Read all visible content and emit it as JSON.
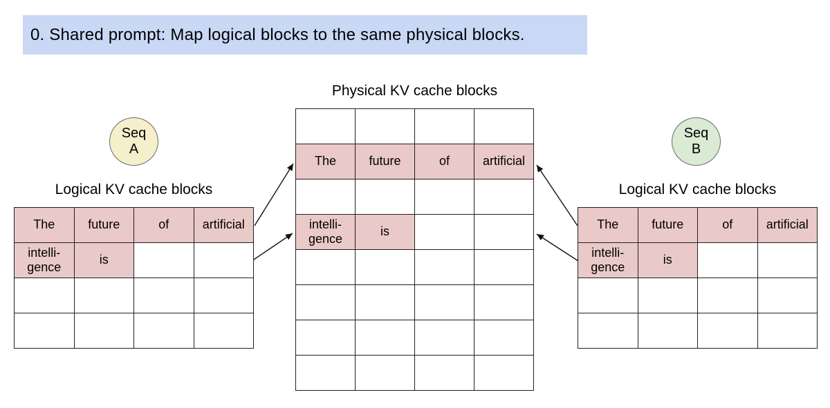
{
  "banner": {
    "text": "0. Shared prompt: Map logical blocks to the same physical blocks."
  },
  "physical": {
    "title": "Physical KV cache blocks",
    "grid": [
      [
        [
          "",
          0
        ],
        [
          "",
          0
        ],
        [
          "",
          0
        ],
        [
          "",
          0
        ]
      ],
      [
        [
          "The",
          1
        ],
        [
          "future",
          1
        ],
        [
          "of",
          1
        ],
        [
          "artificial",
          1
        ]
      ],
      [
        [
          "",
          0
        ],
        [
          "",
          0
        ],
        [
          "",
          0
        ],
        [
          "",
          0
        ]
      ],
      [
        [
          "intelli-\ngence",
          1
        ],
        [
          "is",
          1
        ],
        [
          "",
          0
        ],
        [
          "",
          0
        ]
      ],
      [
        [
          "",
          0
        ],
        [
          "",
          0
        ],
        [
          "",
          0
        ],
        [
          "",
          0
        ]
      ],
      [
        [
          "",
          0
        ],
        [
          "",
          0
        ],
        [
          "",
          0
        ],
        [
          "",
          0
        ]
      ],
      [
        [
          "",
          0
        ],
        [
          "",
          0
        ],
        [
          "",
          0
        ],
        [
          "",
          0
        ]
      ],
      [
        [
          "",
          0
        ],
        [
          "",
          0
        ],
        [
          "",
          0
        ],
        [
          "",
          0
        ]
      ]
    ]
  },
  "seq_a": {
    "label": "Seq\nA"
  },
  "seq_b": {
    "label": "Seq\nB"
  },
  "logical_a": {
    "title": "Logical KV cache blocks",
    "grid": [
      [
        [
          "The",
          1
        ],
        [
          "future",
          1
        ],
        [
          "of",
          1
        ],
        [
          "artificial",
          1
        ]
      ],
      [
        [
          "intelli-\ngence",
          1
        ],
        [
          "is",
          1
        ],
        [
          "",
          0
        ],
        [
          "",
          0
        ]
      ],
      [
        [
          "",
          0
        ],
        [
          "",
          0
        ],
        [
          "",
          0
        ],
        [
          "",
          0
        ]
      ],
      [
        [
          "",
          0
        ],
        [
          "",
          0
        ],
        [
          "",
          0
        ],
        [
          "",
          0
        ]
      ]
    ]
  },
  "logical_b": {
    "title": "Logical KV cache blocks",
    "grid": [
      [
        [
          "The",
          1
        ],
        [
          "future",
          1
        ],
        [
          "of",
          1
        ],
        [
          "artificial",
          1
        ]
      ],
      [
        [
          "intelli-\ngence",
          1
        ],
        [
          "is",
          1
        ],
        [
          "",
          0
        ],
        [
          "",
          0
        ]
      ],
      [
        [
          "",
          0
        ],
        [
          "",
          0
        ],
        [
          "",
          0
        ],
        [
          "",
          0
        ]
      ],
      [
        [
          "",
          0
        ],
        [
          "",
          0
        ],
        [
          "",
          0
        ],
        [
          "",
          0
        ]
      ]
    ]
  },
  "colors": {
    "banner_bg": "#c9d8f5",
    "highlight": "#eac9c9",
    "seq_a_fill": "#f6efcc",
    "seq_b_fill": "#dbead3"
  }
}
